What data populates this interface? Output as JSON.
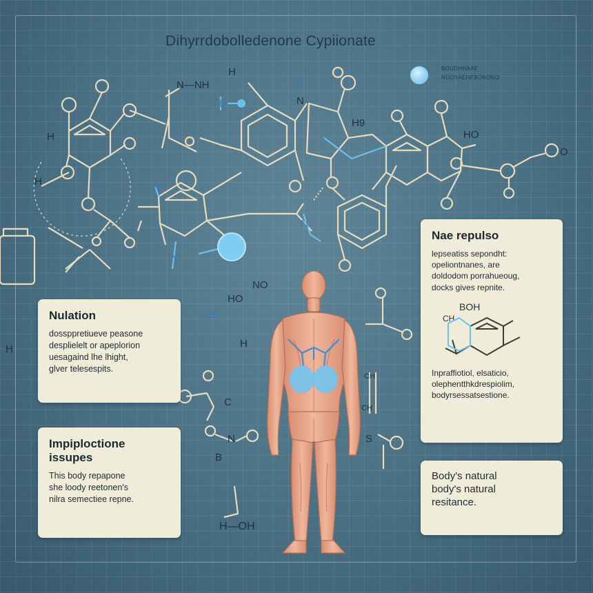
{
  "title": "Dihyrrdobolledenone  Cypiionate",
  "legend": {
    "line1": "BOUDHHAAE",
    "line2": "NOOYAEHEBONONO",
    "dot_color": "#6cc0ee"
  },
  "labels": {
    "h_top": "H",
    "nh_top": "N—NH",
    "d_top": "D",
    "d_left": "D",
    "n_center": "N",
    "hb": "H9",
    "ho_right": "HO",
    "o_right": "O",
    "h_left": "H",
    "h_left2": "H",
    "n_mid": "N",
    "n_low": "N",
    "no_mid": "NO",
    "ho_mid": "HO",
    "hd_mid": "HD",
    "h_left3": "H",
    "hb_low": "H",
    "ch_right": "CH",
    "ch3_right": "CH",
    "o_c": "O",
    "c_lbl": "C",
    "n_lbl": "N",
    "b_lbl": "B",
    "s_lbl": "S",
    "h_oh": "H—OH",
    "boh": "BOH",
    "ch_card": "CH"
  },
  "cards": {
    "nulation": {
      "heading": "Nulation",
      "body": "dossppretiueve peasone\ndesplielelt or apeplorion\nuesagaind lhe lhight,\nglver telesespits."
    },
    "implications": {
      "heading": "Impiploctione\nissupes",
      "body": "This body repapone\nshe loody reetonen's\nnilra semectiee repne."
    },
    "repulso": {
      "heading": "Nae repulso",
      "body": "lepseatiss sepondht:\nopeliontnanes, are\ndoldodom porrahueoug,\ndocks gives repnite.",
      "lower": "Inpraffiotiol, elsaticio,\nolephentthkdrespiolim,\nbodyrsessatsestione."
    },
    "natural": {
      "body": "Body's natural\nbody's natural\nresitance."
    }
  },
  "colors": {
    "line": "#e7dcc1",
    "accent": "#6cc0ee",
    "card": "#efecd9",
    "skin": "#e8a98e"
  }
}
